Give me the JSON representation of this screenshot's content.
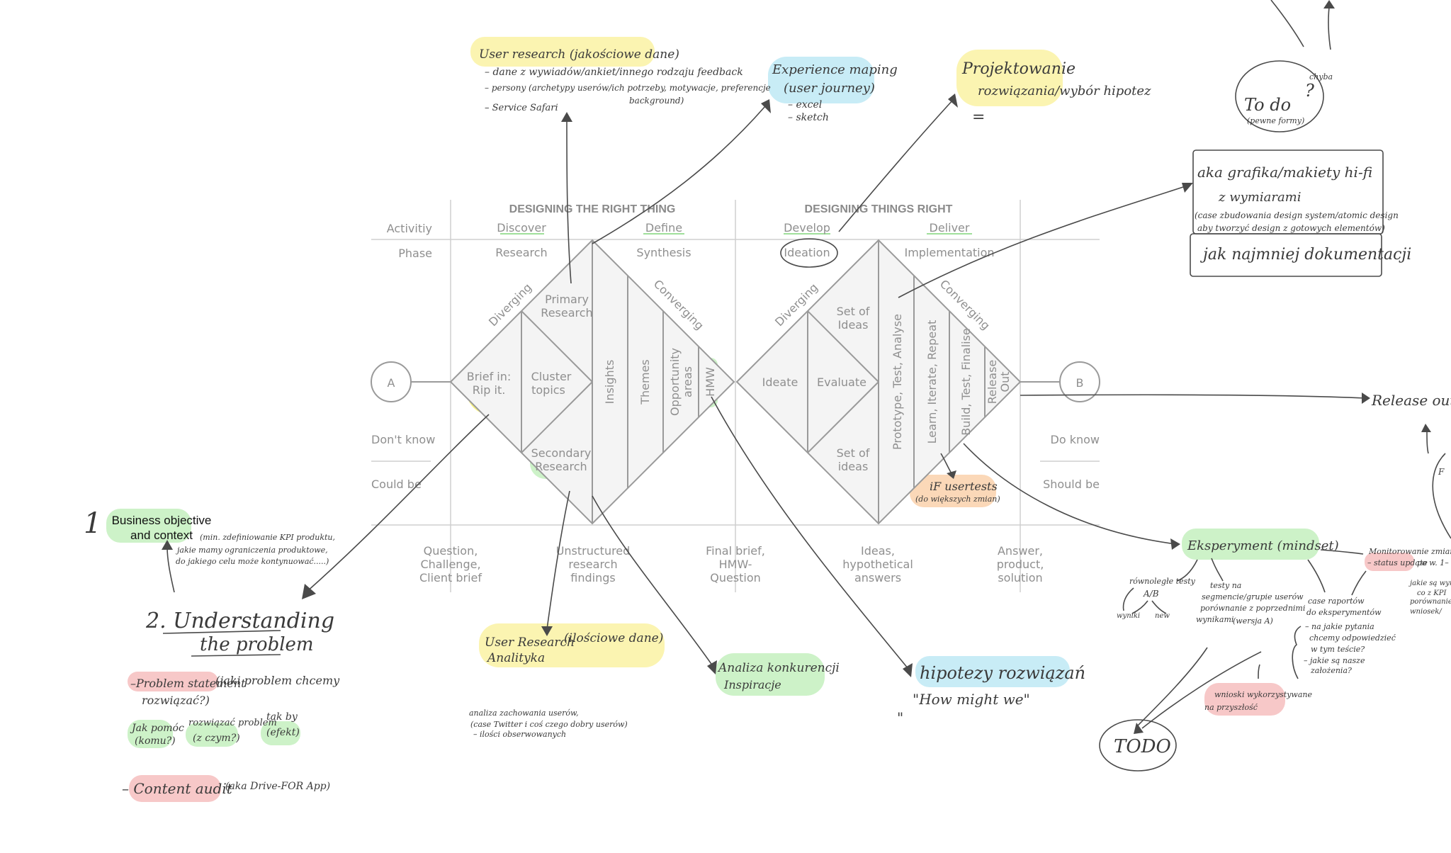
{
  "colors": {
    "yellow": "#fbf3a8",
    "green": "#cdf2c8",
    "blue": "#c8ecf6",
    "pink": "#f7c8c8",
    "orange": "#fbd8b8"
  },
  "headers": {
    "left": "DESIGNING THE RIGHT THING",
    "right": "DESIGNING THINGS RIGHT"
  },
  "activity": {
    "label": "Activitiy",
    "discover": "Discover",
    "define": "Define",
    "develop": "Develop",
    "deliver": "Deliver"
  },
  "phase": {
    "label": "Phase",
    "research": "Research",
    "synthesis": "Synthesis",
    "ideation": "Ideation",
    "implementation": "Implementation"
  },
  "nodes": {
    "a": "A",
    "b": "B"
  },
  "side": {
    "dont_know": "Don't know",
    "could_be": "Could be",
    "do_know": "Do know",
    "should_be": "Should be"
  },
  "d1": {
    "diverging": "Diverging",
    "converging": "Converging",
    "brief": [
      "Brief in:",
      "Rip it."
    ],
    "primary": [
      "Primary",
      "Research"
    ],
    "secondary": [
      "Secondary",
      "Research"
    ],
    "cluster": [
      "Cluster",
      "topics"
    ],
    "insights": "Insights",
    "themes": "Themes",
    "opportunity": [
      "Opportunity",
      "areas"
    ],
    "hmw": "HMW"
  },
  "d2": {
    "diverging": "Diverging",
    "converging": "Converging",
    "ideate": "Ideate",
    "evaluate": "Evaluate",
    "set_top": [
      "Set of",
      "Ideas"
    ],
    "set_bottom": [
      "Set of",
      "ideas"
    ],
    "prototype": "Prototype, Test, Analyse",
    "learn": "Learn, Iterate, Repeat",
    "build": "Build, Test, Finalise",
    "release": [
      "Release",
      "Out"
    ]
  },
  "outputs": {
    "o1": [
      "Question,",
      "Challenge,",
      "Client brief"
    ],
    "o2": [
      "Unstructured",
      "research",
      "findings"
    ],
    "o3": [
      "Final brief,",
      "HMW-",
      "Question"
    ],
    "o4": [
      "Ideas,",
      "hypothetical",
      "answers"
    ],
    "o5": [
      "Answer,",
      "product,",
      "solution"
    ]
  },
  "notes": {
    "user_research_top": "User research (jakościowe dane)",
    "ur_l1": "– dane z wywiadów/ankiet/innego rodzaju feedback",
    "ur_l2": "– persony (archetypy userów/ich potrzeby, motywacje, preferencje",
    "ur_l2b": "background)",
    "ur_l3": "– Service Safari",
    "exp_map": "Experience maping",
    "exp_map2": "(user journey)",
    "exp_l1": "– excel",
    "exp_l2": "– sketch",
    "proj1": "Projektowanie",
    "proj2": "rozwiązania/wybór hipotez",
    "proj_dash": "=",
    "todo_top": "To do",
    "todo_q": "?",
    "todo_top_side": "chyba",
    "todo_top_sub": "(pewne formy)",
    "hifi1": "aka grafika/makiety hi-fi",
    "hifi2": "z wymiarami",
    "hifi3": "(case zbudowania design system/atomic design",
    "hifi4": "aby tworzyć design z gotowych elementów)",
    "hifi5": "jak najmniej dokumentacji",
    "release_out": "Release out",
    "edge_f": "F",
    "num1": "1",
    "business": [
      "Business objective",
      "and context"
    ],
    "business_note": [
      "(min. zdefiniowanie KPI produktu,",
      "jakie mamy ograniczenia produktowe,",
      "do jakiego celu może kontynuować.....)"
    ],
    "under1": "2. Understanding",
    "under2": "the problem",
    "problem": "–Problem statement",
    "problem2": "(jaki problem chcemy",
    "problem3": "rozwiązać?)",
    "jak1": "Jak pomóc",
    "jak2": "(komu?)",
    "roz1": "rozwiązać problem",
    "roz2": "(z czym?)",
    "tak1": "tak by",
    "tak2": "(efekt)",
    "content": "– Content audit",
    "content2": "(aka Drive-FOR App)",
    "ur_bottom": "User Research",
    "ur_bottom2": "(ilościowe dane)",
    "analityka": "Analityka",
    "analiza_note1": "analiza zachowania userów,",
    "analiza_note2": "(case Twitter i coś czego dobry userów)",
    "analiza_note3": "– ilości obserwowanych",
    "konk1": "Analiza konkurencji",
    "konk2": "Inspiracje",
    "hip1": "hipotezy rozwiązań",
    "hip2": "\"How might we\"",
    "hip3": "\"",
    "iterts1": "iF usertests",
    "iterts2": "(do większych zmian)",
    "eksperyment": "Eksperyment (mindset)",
    "ab1": "równoległe testy",
    "ab2": "A/B",
    "ab3": "wyniki",
    "ab4": "new",
    "seg1": "testy na",
    "seg2": "segmencie/grupie userów",
    "seg3": "porównanie z poprzednimi",
    "seg4": "wynikami",
    "seg5": "(wersja A)",
    "case1": "case raportów",
    "case2": "do eksperymentów",
    "case3": "– na jakie pytania",
    "case4": "chcemy odpowiedzieć",
    "case5": "w tym teście?",
    "case6": "– jakie są nasze",
    "case7": "założenia?",
    "monit1": "Monitorowanie zmian",
    "monit2": "– status update",
    "monit3": "po w. 1–",
    "monit4": "jakie są wyniki",
    "monit5": "co z KPI",
    "monit6": "porównanie wersji",
    "monit7": "wniosek/",
    "wnioski1": "wnioski wykorzystywane",
    "wnioski2": "na przyszłość",
    "todo_bottom": "TODO"
  }
}
